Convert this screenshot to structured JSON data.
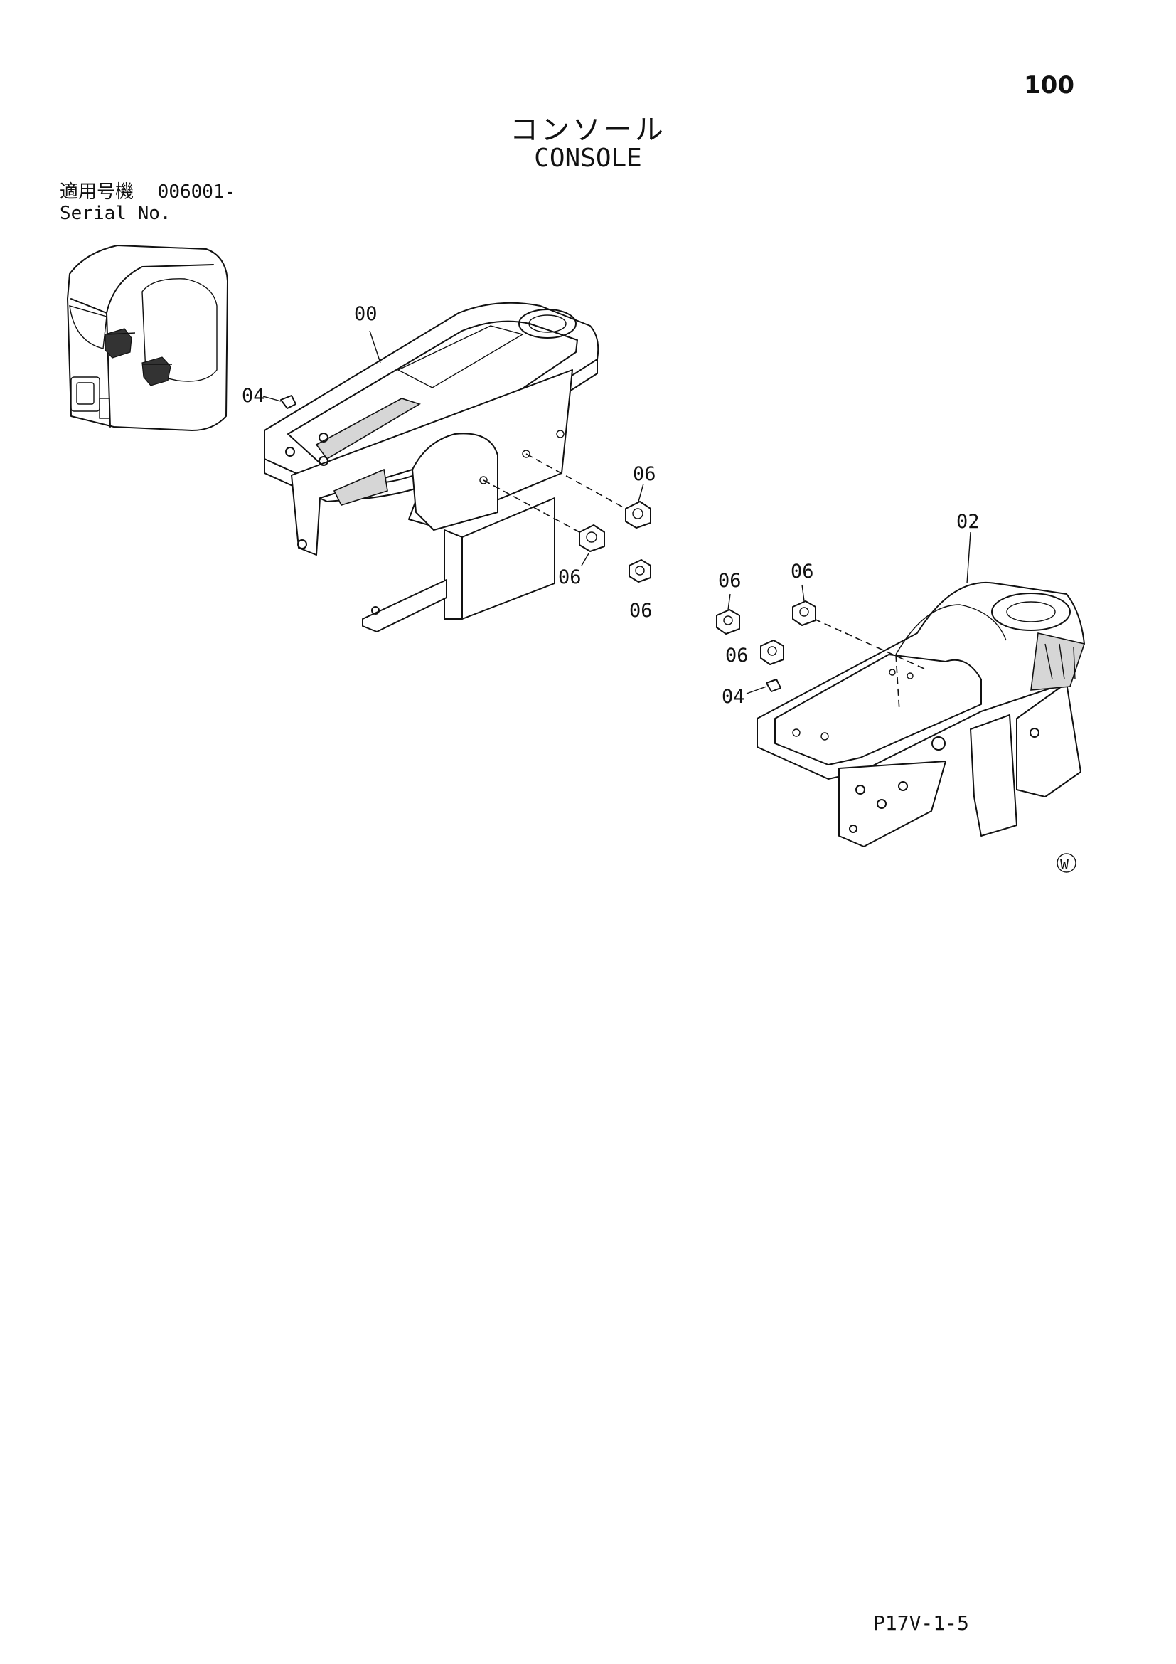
{
  "page": {
    "number": "100",
    "title_ja": "コンソール",
    "title_en": "CONSOLE",
    "serial_label_ja": "適用号機",
    "serial_value": "006001-",
    "serial_label_en": "Serial No.",
    "footer_code": "P17V-1-5",
    "corner_mark": "W"
  },
  "callouts": {
    "left_console": "00",
    "left_plate": "04",
    "left_bolt_a": "06",
    "left_bolt_b": "06",
    "left_bolt_c": "06",
    "right_console": "02",
    "right_bolt_a": "06",
    "right_bolt_b": "06",
    "right_bolt_c": "06",
    "right_plate": "04"
  }
}
